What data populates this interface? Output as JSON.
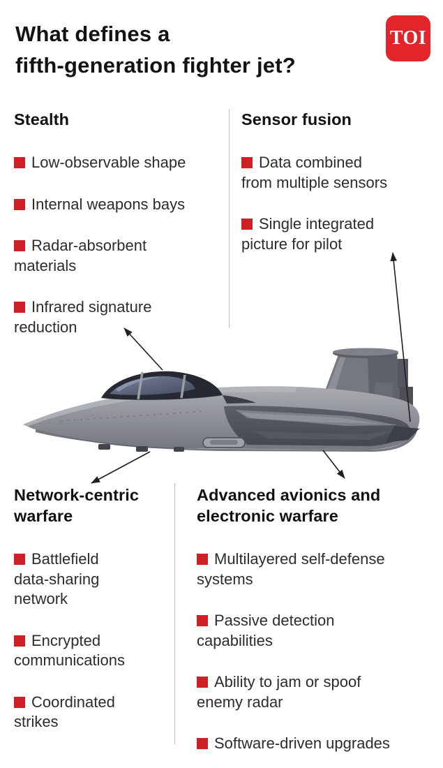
{
  "title": "What defines a\nfifth-generation fighter jet?",
  "logo": {
    "text": "TOI"
  },
  "colors": {
    "accent_red": "#cd2127",
    "logo_red": "#e1252a",
    "text_dark": "#131313",
    "divider_gray": "#bdbdbd"
  },
  "icons": {
    "bullet": "red-square-icon",
    "illustration": "fighter-jet-side-view",
    "pointers": "annotation-arrows"
  },
  "sections": [
    {
      "id": "stealth",
      "heading": "Stealth",
      "items": [
        "Low-observable shape",
        "Internal weapons bays",
        "Radar-absorbent\nmaterials",
        "Infrared signature\nreduction"
      ]
    },
    {
      "id": "sensor-fusion",
      "heading": "Sensor fusion",
      "items": [
        "Data combined\nfrom multiple sensors",
        "Single integrated\npicture for pilot"
      ]
    },
    {
      "id": "network-centric-warfare",
      "heading": "Network-centric\nwarfare",
      "items": [
        "Battlefield\ndata-sharing\nnetwork",
        "Encrypted\ncommunications",
        "Coordinated\nstrikes"
      ]
    },
    {
      "id": "advanced-avionics",
      "heading": "Advanced avionics and\nelectronic warfare",
      "items": [
        "Multilayered self-defense\nsystems",
        "Passive detection\ncapabilities",
        "Ability to jam or spoof\nenemy radar",
        "Software-driven upgrades"
      ]
    }
  ]
}
